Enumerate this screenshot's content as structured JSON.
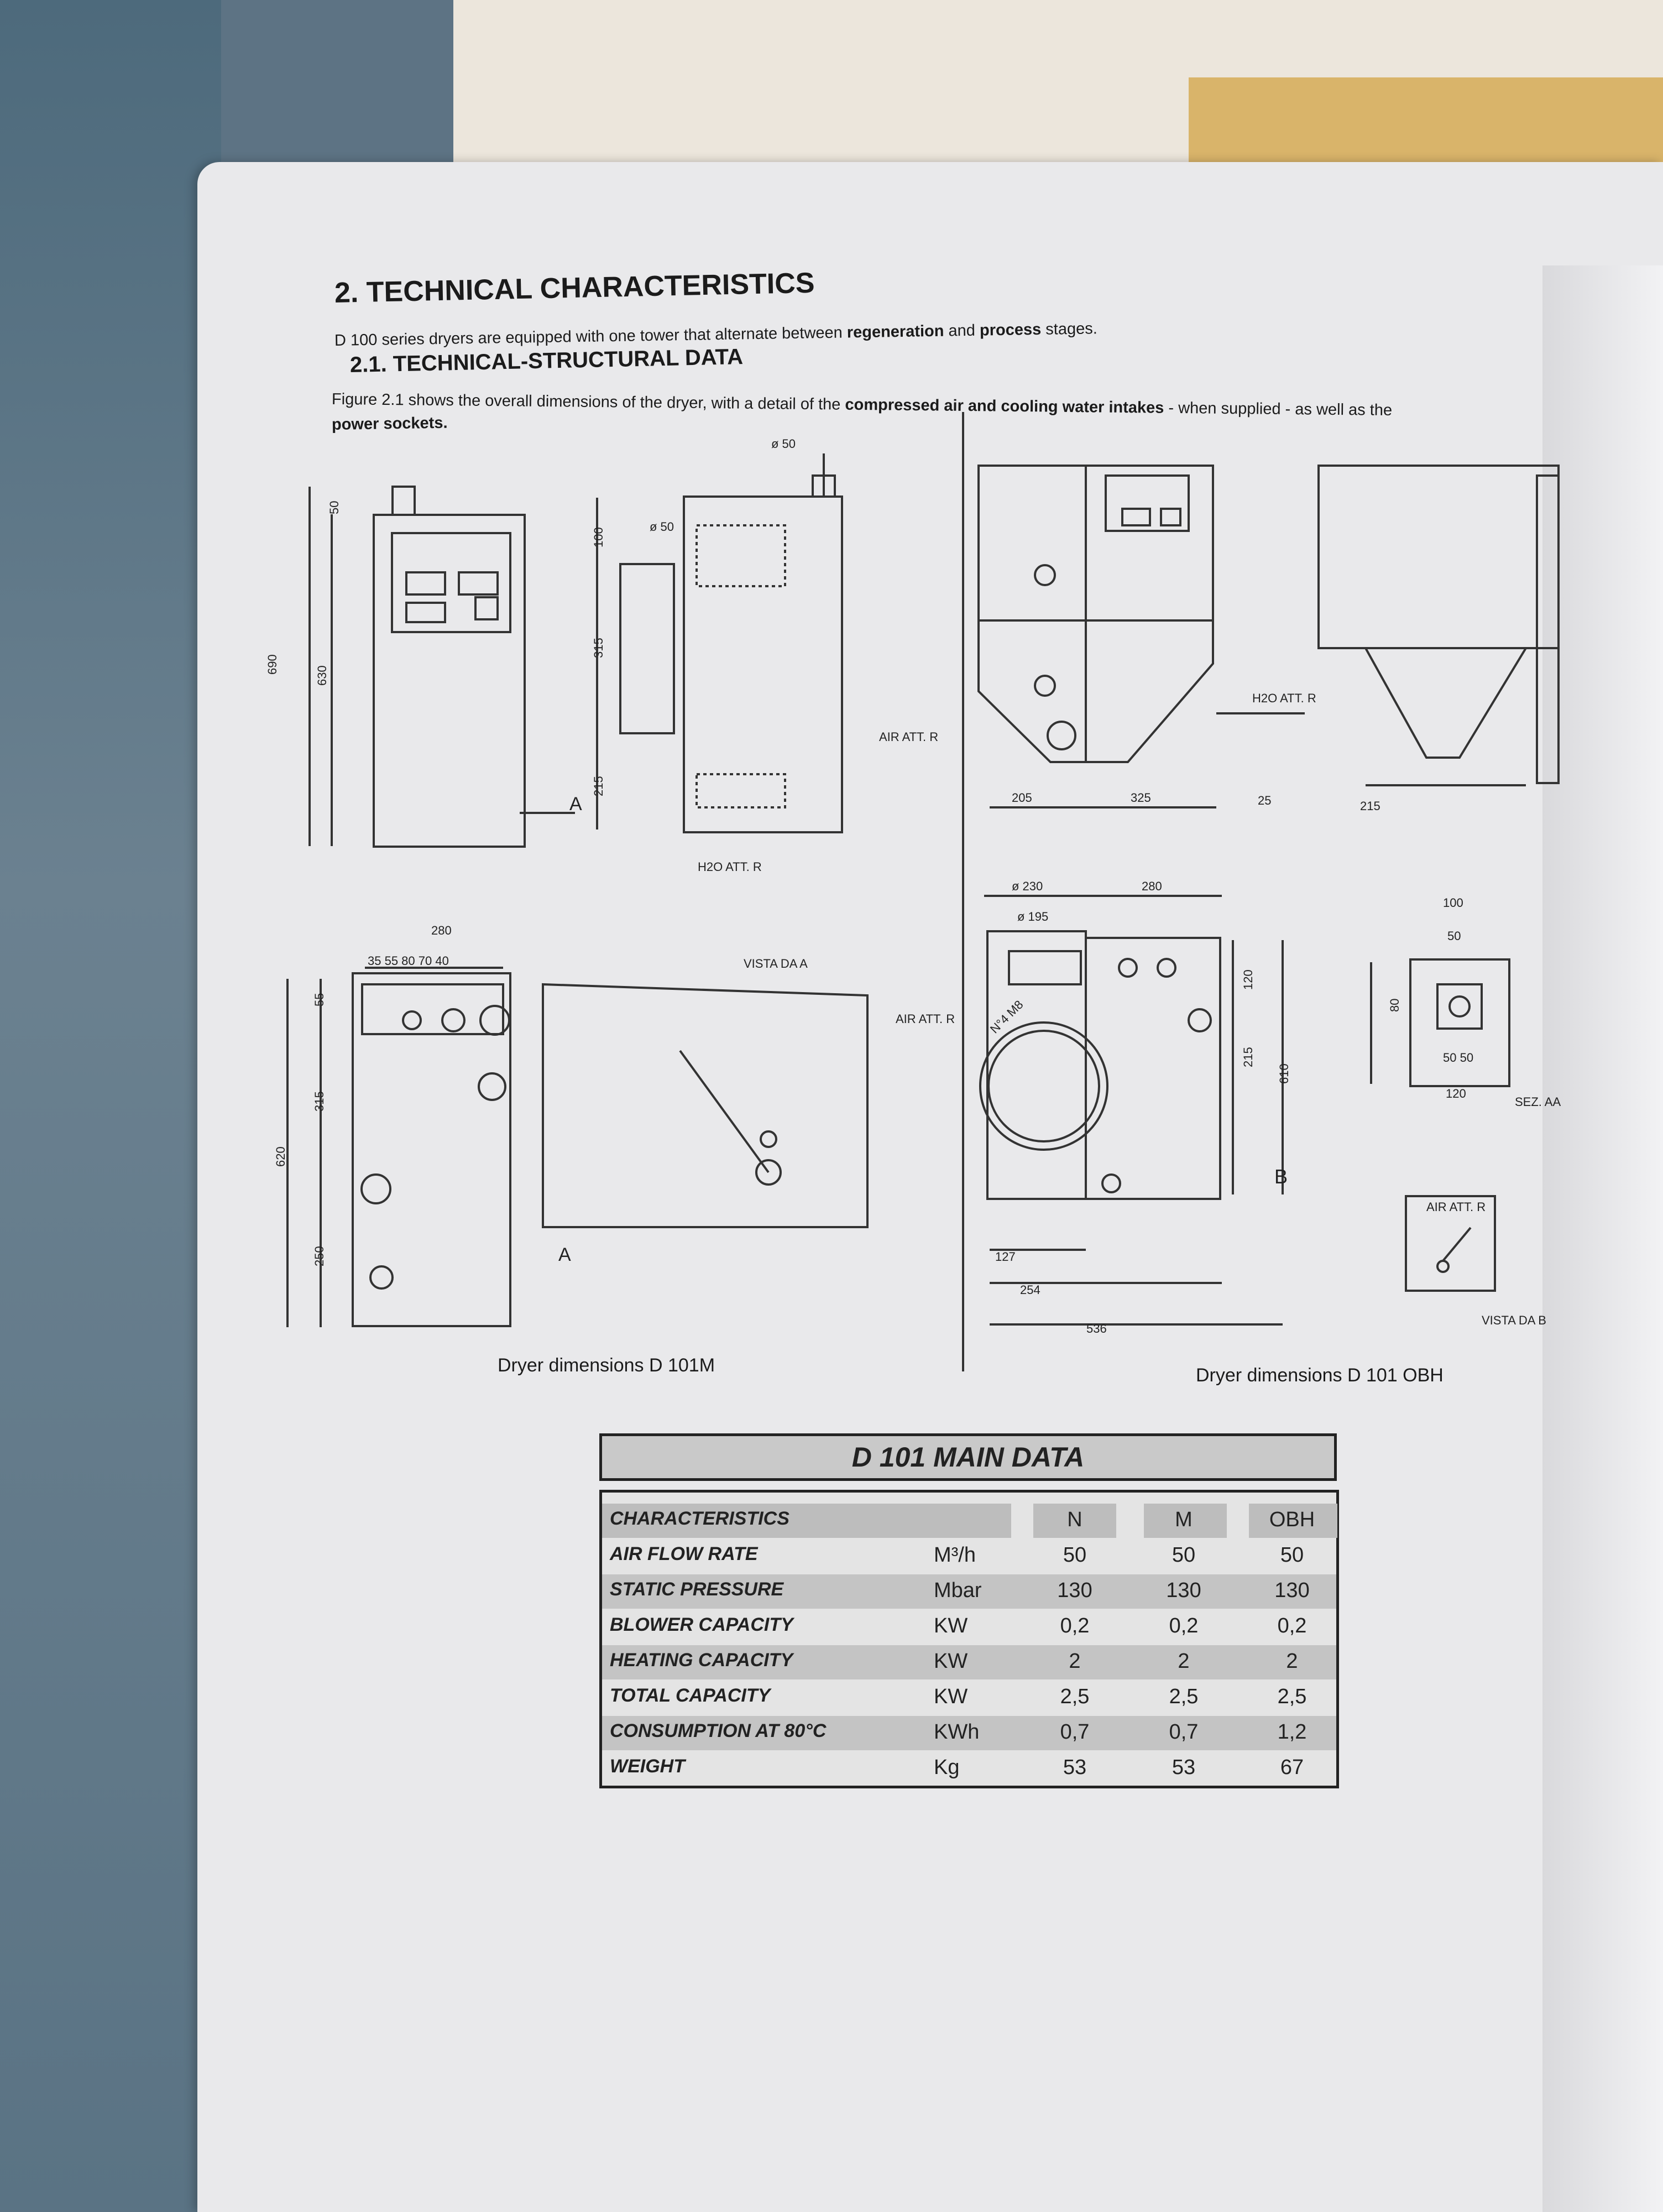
{
  "section_title": "2. TECHNICAL CHARACTERISTICS",
  "intro": {
    "pre": "D 100 series dryers are equipped with one tower that alternate between ",
    "b1": "regeneration",
    "mid": " and ",
    "b2": "process",
    "post": " stages."
  },
  "subsection_title": "2.1. TECHNICAL-STRUCTURAL DATA",
  "figure_text": {
    "pre": "Figure 2.1 shows the overall dimensions of the dryer, with a detail of the ",
    "b1": "compressed air and cooling water intakes",
    "post": " - when supplied - as well as the",
    "line2": "power sockets."
  },
  "drawing_labels": {
    "d50": "ø 50",
    "d50b": "ø 50",
    "h690": "690",
    "h630": "630",
    "h50": "50",
    "h100": "100",
    "h315": "315",
    "h215": "215",
    "a1": "A",
    "air1": "AIR ATT. R",
    "h2o1": "H2O ATT. R",
    "w280": "280",
    "dims": "35  55  80  70  40",
    "vista_a": "VISTA DA A",
    "h55": "55",
    "h315b": "315",
    "h620": "620",
    "h250": "250",
    "a2": "A",
    "air2": "AIR ATT. R",
    "d230": "ø 230",
    "d195": "ø 195",
    "w280b": "280",
    "w205": "205",
    "w325": "325",
    "w25": "25",
    "w215": "215",
    "h2o2": "H2O ATT. R",
    "m8": "N°4 M8",
    "h120": "120",
    "h215b": "215",
    "h610": "610",
    "b": "B",
    "w127": "127",
    "w254": "254",
    "w536": "536",
    "s100": "100",
    "s50": "50",
    "s80": "80",
    "s5050": "50 50",
    "s120": "120",
    "sez": "SEZ. AA",
    "air3": "AIR ATT. R",
    "vista_b": "VISTA DA B"
  },
  "caption_left": "Dryer dimensions D 101M",
  "caption_right": "Dryer dimensions D 101 OBH",
  "table": {
    "title": "D 101 MAIN DATA",
    "header": {
      "label": "CHARACTERISTICS",
      "cols": [
        "N",
        "M",
        "OBH"
      ]
    },
    "rows": [
      {
        "label": "AIR FLOW RATE",
        "unit": "M³/h",
        "values": [
          "50",
          "50",
          "50"
        ]
      },
      {
        "label": "STATIC PRESSURE",
        "unit": "Mbar",
        "values": [
          "130",
          "130",
          "130"
        ]
      },
      {
        "label": "BLOWER CAPACITY",
        "unit": "KW",
        "values": [
          "0,2",
          "0,2",
          "0,2"
        ]
      },
      {
        "label": "HEATING CAPACITY",
        "unit": "KW",
        "values": [
          "2",
          "2",
          "2"
        ]
      },
      {
        "label": "TOTAL CAPACITY",
        "unit": "KW",
        "values": [
          "2,5",
          "2,5",
          "2,5"
        ]
      },
      {
        "label": "CONSUMPTION AT 80°C",
        "unit": "KWh",
        "values": [
          "0,7",
          "0,7",
          "1,2"
        ]
      },
      {
        "label": "WEIGHT",
        "unit": "Kg",
        "values": [
          "53",
          "53",
          "67"
        ]
      }
    ]
  }
}
